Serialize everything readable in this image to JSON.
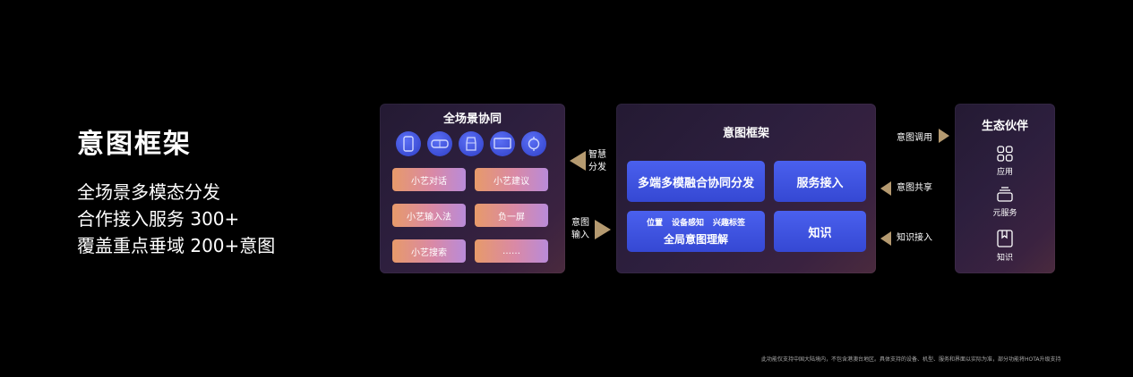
{
  "left": {
    "title": "意图框架",
    "lines": [
      "全场景多模态分发",
      "合作接入服务 300+",
      "覆盖重点垂域 200+意图"
    ]
  },
  "panel_scenario": {
    "title": "全场景协同",
    "devices": [
      "phone-icon",
      "vr-headset-icon",
      "car-icon",
      "tv-icon",
      "watch-icon"
    ],
    "buttons": [
      "小艺对话",
      "小艺建议",
      "小艺输入法",
      "负一屏",
      "小艺搜索",
      "……"
    ]
  },
  "arrows": {
    "smart_dispatch": "智慧\n分发",
    "intent_input": "意图\n输入",
    "intent_call": "意图调用",
    "intent_share": "意图共享",
    "knowledge_access": "知识接入"
  },
  "panel_framework": {
    "title": "意图框架",
    "multi": "多端多模融合协同分发",
    "service": "服务接入",
    "tags": [
      "位置",
      "设备感知",
      "兴趣标签"
    ],
    "global": "全局意图理解",
    "knowledge": "知识"
  },
  "panel_eco": {
    "title": "生态伙伴",
    "items": [
      {
        "icon": "app-grid-icon",
        "label": "应用"
      },
      {
        "icon": "meta-service-icon",
        "label": "元服务"
      },
      {
        "icon": "book-icon",
        "label": "知识"
      }
    ]
  },
  "footnote": "此功能仅支持中国大陆境内，不包含港澳台地区。具体支持的设备、机型、服务和界面以实际为准，部分功能将HOTA升级支持",
  "colors": {
    "background": "#000000",
    "orange_button": "#e79a6a",
    "blue_button": "#3f54e0",
    "arrow_gold": "#b59a70"
  }
}
